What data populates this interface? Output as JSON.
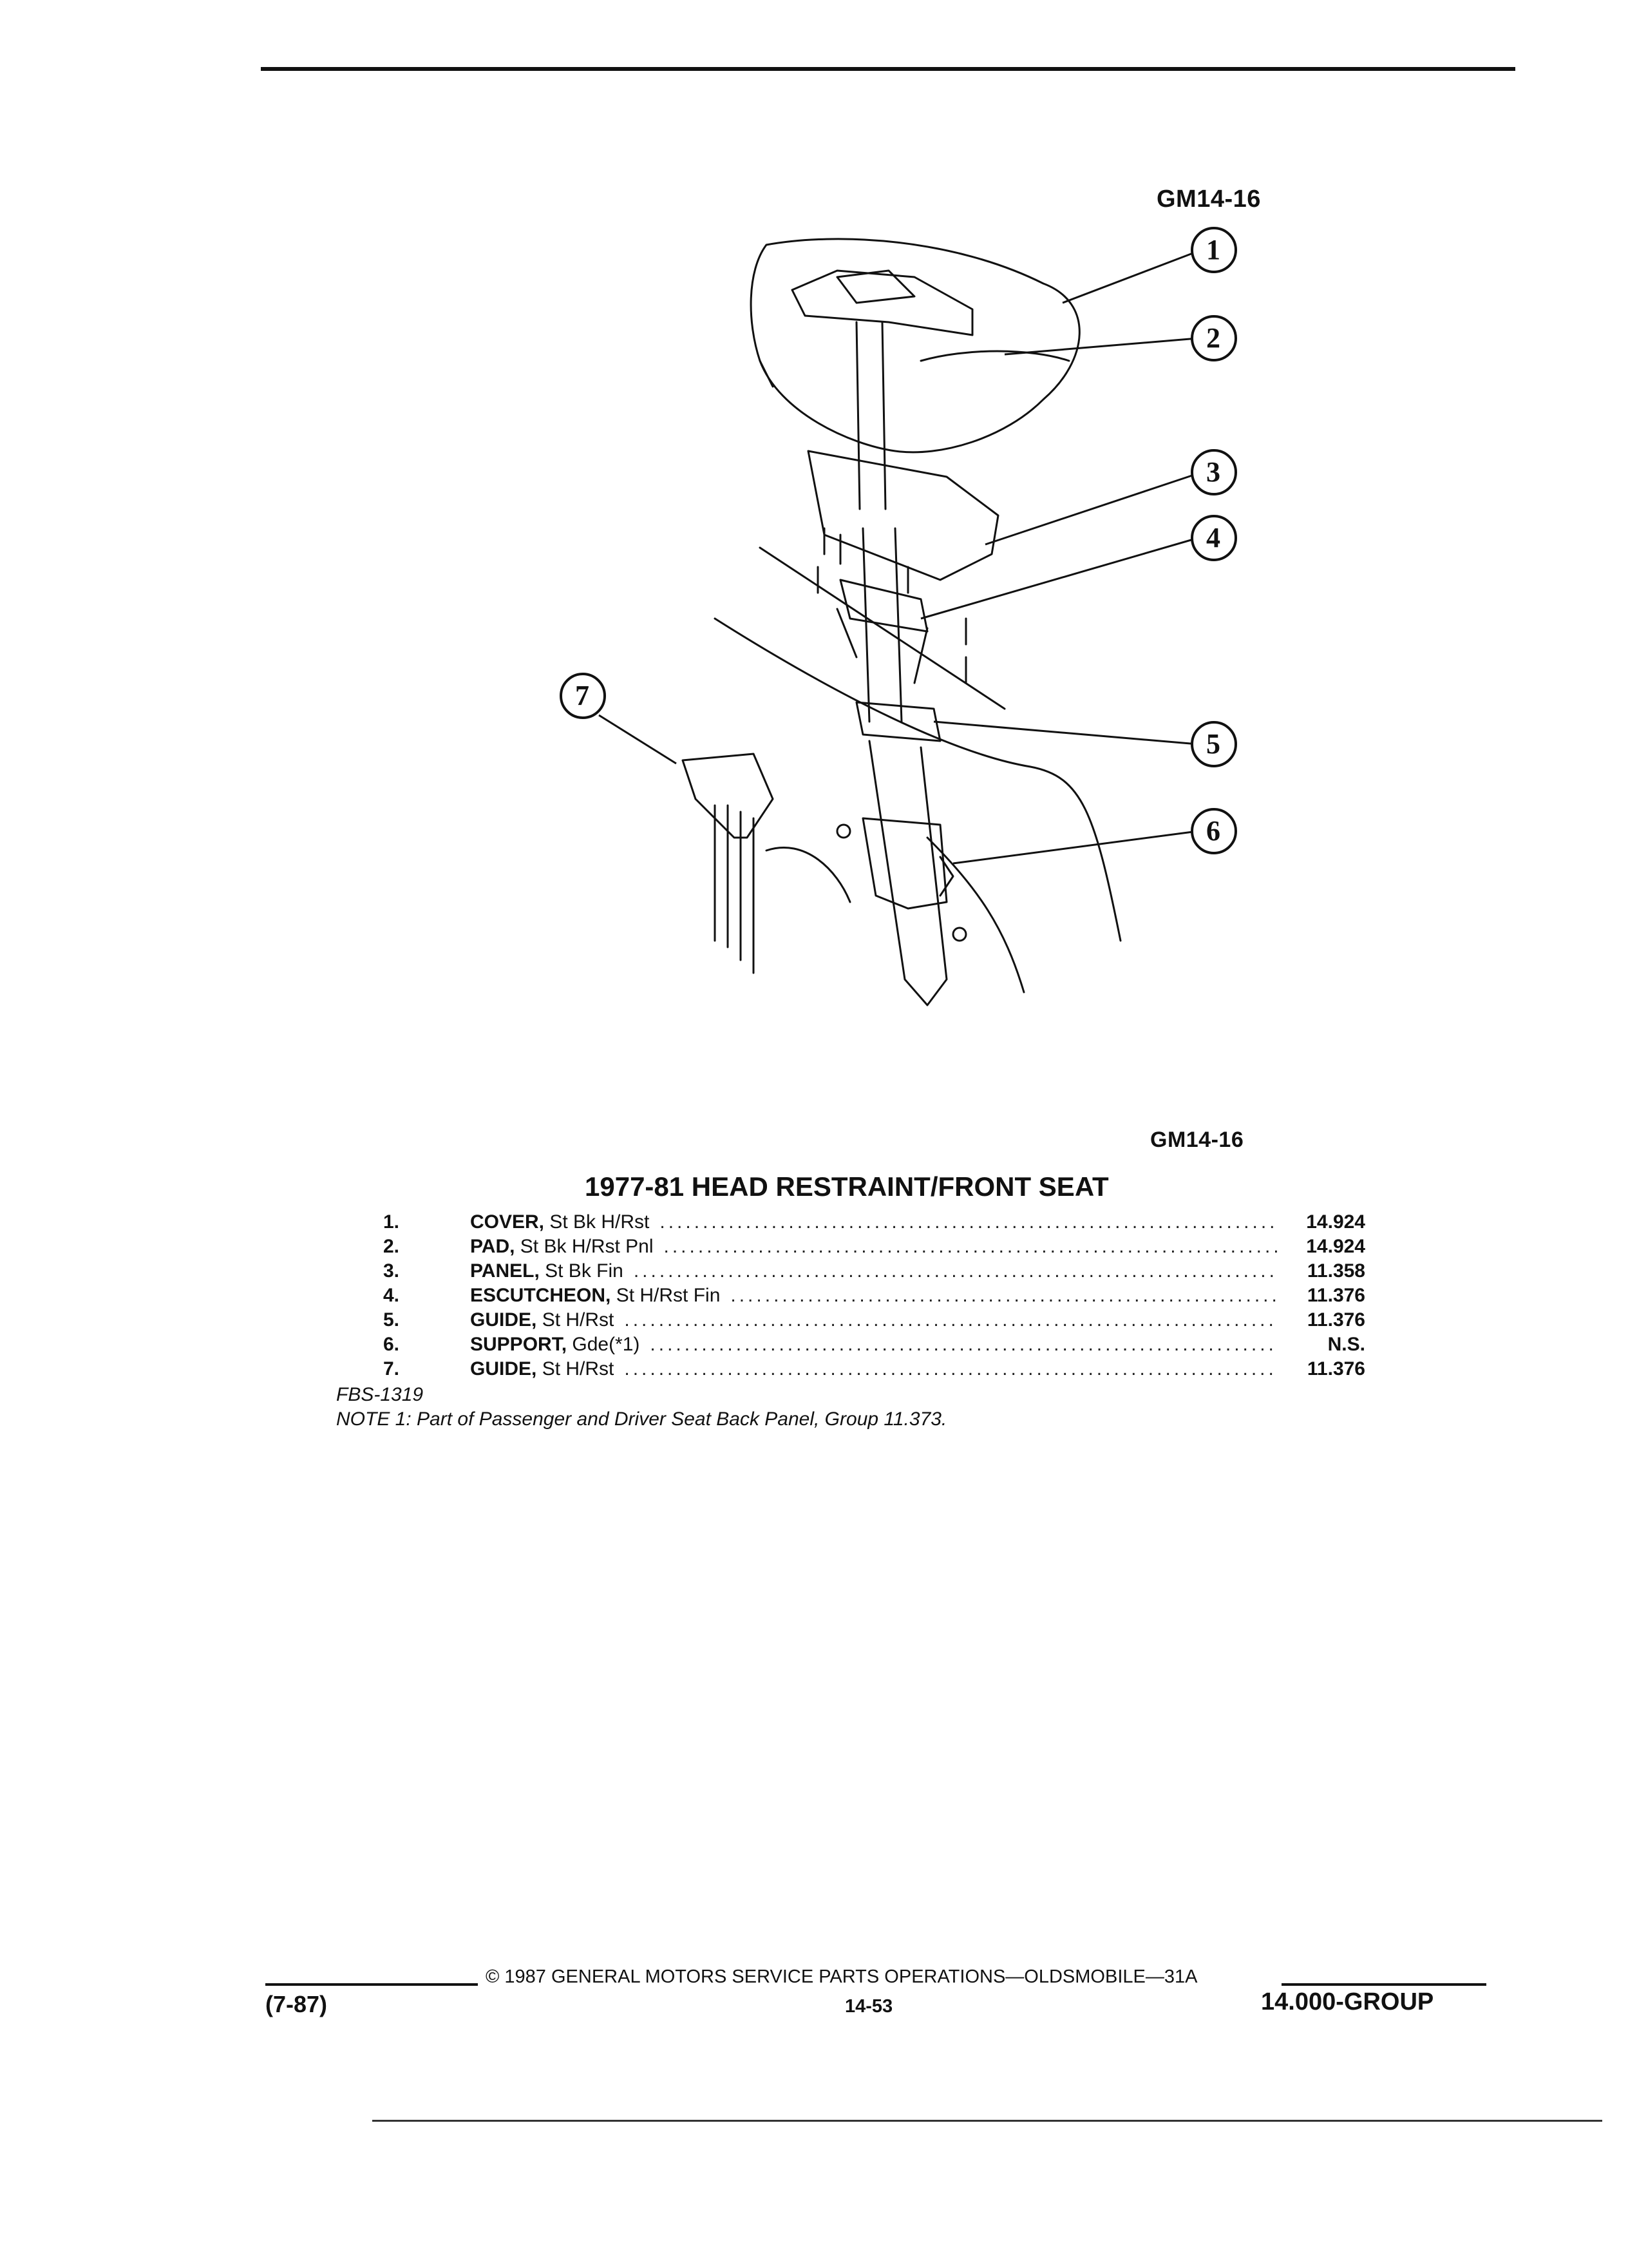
{
  "figure": {
    "code_top": "GM14-16",
    "code_bottom": "GM14-16",
    "callouts": [
      "1",
      "2",
      "3",
      "4",
      "5",
      "6",
      "7"
    ]
  },
  "section": {
    "title": "1977-81 HEAD RESTRAINT/FRONT SEAT"
  },
  "parts": [
    {
      "num": "1.",
      "name": "COVER,",
      "desc": " St Bk H/Rst",
      "group": "14.924"
    },
    {
      "num": "2.",
      "name": "PAD,",
      "desc": " St Bk H/Rst Pnl",
      "group": "14.924"
    },
    {
      "num": "3.",
      "name": "PANEL,",
      "desc": " St Bk Fin",
      "group": "11.358"
    },
    {
      "num": "4.",
      "name": "ESCUTCHEON,",
      "desc": " St H/Rst Fin",
      "group": "11.376"
    },
    {
      "num": "5.",
      "name": "GUIDE,",
      "desc": " St H/Rst",
      "group": "11.376"
    },
    {
      "num": "6.",
      "name": "SUPPORT,",
      "desc": " Gde(*1)",
      "group": "N.S."
    },
    {
      "num": "7.",
      "name": "GUIDE,",
      "desc": " St H/Rst",
      "group": "11.376"
    }
  ],
  "notes": {
    "ref": "FBS-1319",
    "note1": "NOTE 1: Part of Passenger and Driver Seat Back Panel, Group 11.373."
  },
  "footer": {
    "date": "(7-87)",
    "copyright": "© 1987 GENERAL MOTORS SERVICE PARTS OPERATIONS—OLDSMOBILE—31A",
    "page": "14-53",
    "group": "14.000-GROUP"
  }
}
